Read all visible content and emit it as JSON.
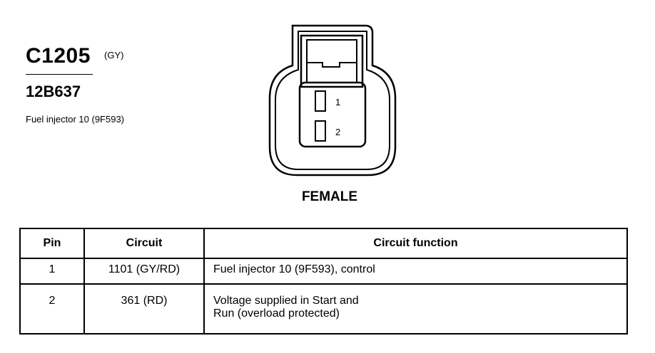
{
  "connector": {
    "id": "C1205",
    "color": "(GY)",
    "part_number": "12B637",
    "description": "Fuel injector 10 (9F593)",
    "gender": "FEMALE",
    "pin_labels": [
      "1",
      "2"
    ]
  },
  "table": {
    "headers": {
      "pin": "Pin",
      "circuit": "Circuit",
      "function": "Circuit function"
    },
    "rows": [
      {
        "pin": "1",
        "circuit": "1101 (GY/RD)",
        "function": [
          "Fuel injector 10 (9F593), control"
        ]
      },
      {
        "pin": "2",
        "circuit": "361 (RD)",
        "function": [
          "Voltage supplied in Start and",
          "Run (overload protected)"
        ]
      }
    ]
  }
}
